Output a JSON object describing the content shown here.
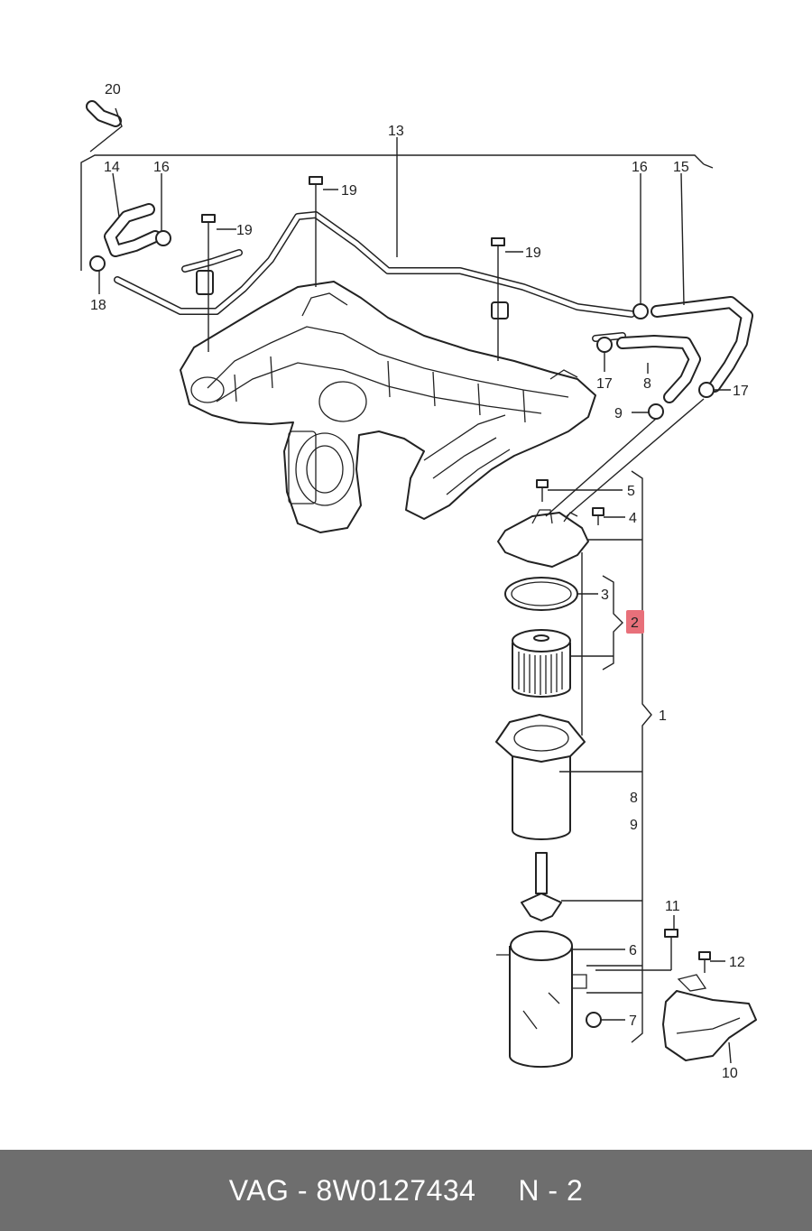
{
  "callouts": {
    "c1": "1",
    "c2": "2",
    "c3": "3",
    "c4": "4",
    "c5": "5",
    "c6": "6",
    "c7": "7",
    "c8a": "8",
    "c8b": "8",
    "c9a": "9",
    "c9b": "9",
    "c10": "10",
    "c11": "11",
    "c12": "12",
    "c13": "13",
    "c14": "14",
    "c15": "15",
    "c16a": "16",
    "c16b": "16",
    "c17a": "17",
    "c17b": "17",
    "c18": "18",
    "c19a": "19",
    "c19b": "19",
    "c19c": "19",
    "c20": "20"
  },
  "highlight_color": "#e8707a",
  "footer": {
    "text": "VAG - 8W0127434     N - 2",
    "background": "#6e6e6e"
  }
}
